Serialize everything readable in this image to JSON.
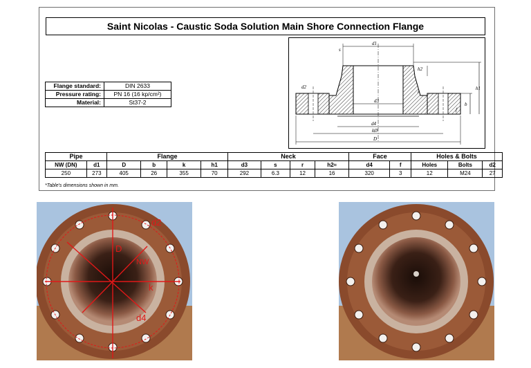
{
  "title": "Saint Nicolas - Caustic Soda Solution Main Shore Connection Flange",
  "meta": [
    {
      "label": "Flange standard:",
      "value": "DIN 2633"
    },
    {
      "label": "Pressure rating:",
      "value": "PN 16 (16 kp/cm²)"
    },
    {
      "label": "Material:",
      "value": "St37-2"
    }
  ],
  "drawing_labels": {
    "d1": "d1",
    "s": "s",
    "h2": "h2",
    "h1": "h1",
    "d2": "d2",
    "d3": "d3",
    "r": "r",
    "b": "b",
    "f": "f",
    "d4": "d4",
    "k": "kØ",
    "D": "D"
  },
  "table": {
    "groups": [
      "Pipe",
      "Flange",
      "Neck",
      "Face",
      "Holes & Bolts"
    ],
    "headers": [
      "NW (DN)",
      "d1",
      "D",
      "b",
      "k",
      "h1",
      "d3",
      "s",
      "r",
      "h2≈",
      "d4",
      "f",
      "Holes",
      "Bolts",
      "d2"
    ],
    "values": [
      "250",
      "273",
      "405",
      "26",
      "355",
      "70",
      "292",
      "6.3",
      "12",
      "16",
      "320",
      "3",
      "12",
      "M24",
      "27"
    ]
  },
  "note": "*Table's dimensions shown in mm.",
  "photo_labels": {
    "D": "D",
    "d2": "d2",
    "NW": "NW",
    "k": "k",
    "d4": "d4"
  },
  "colors": {
    "annotation": "#e01818",
    "rust": "#8a4a2c",
    "sky": "#a9c3df"
  }
}
